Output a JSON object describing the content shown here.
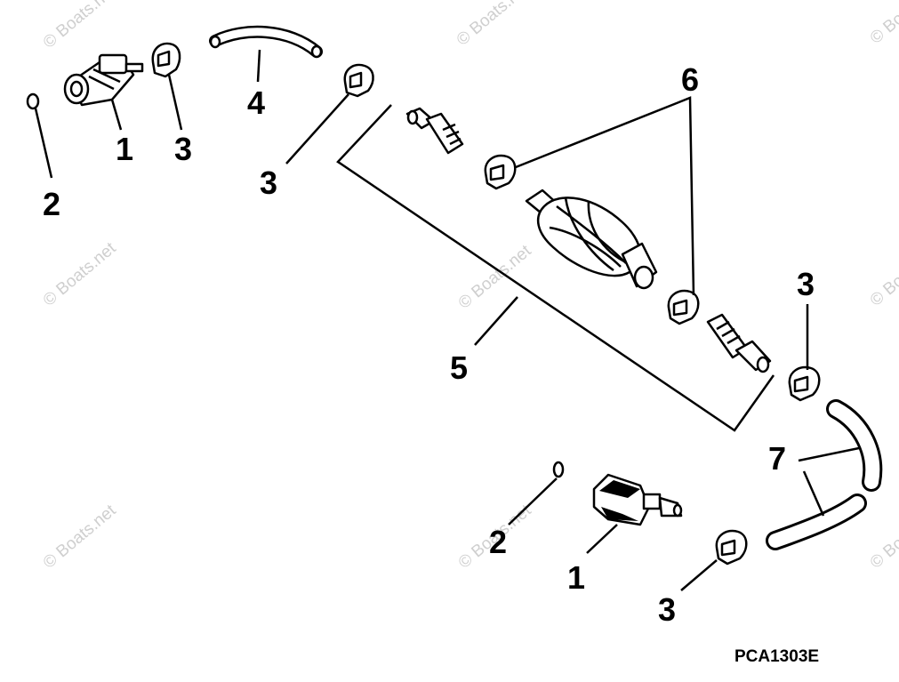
{
  "diagram": {
    "drawing_code": "PCA1303E",
    "watermark": "© Boats.net",
    "callouts": [
      {
        "id": "c1a",
        "label": "1"
      },
      {
        "id": "c2a",
        "label": "2"
      },
      {
        "id": "c3a",
        "label": "3"
      },
      {
        "id": "c4",
        "label": "4"
      },
      {
        "id": "c3b",
        "label": "3"
      },
      {
        "id": "c6",
        "label": "6"
      },
      {
        "id": "c5",
        "label": "5"
      },
      {
        "id": "c3c",
        "label": "3"
      },
      {
        "id": "c7",
        "label": "7"
      },
      {
        "id": "c2b",
        "label": "2"
      },
      {
        "id": "c1b",
        "label": "1"
      },
      {
        "id": "c3d",
        "label": "3"
      }
    ]
  }
}
